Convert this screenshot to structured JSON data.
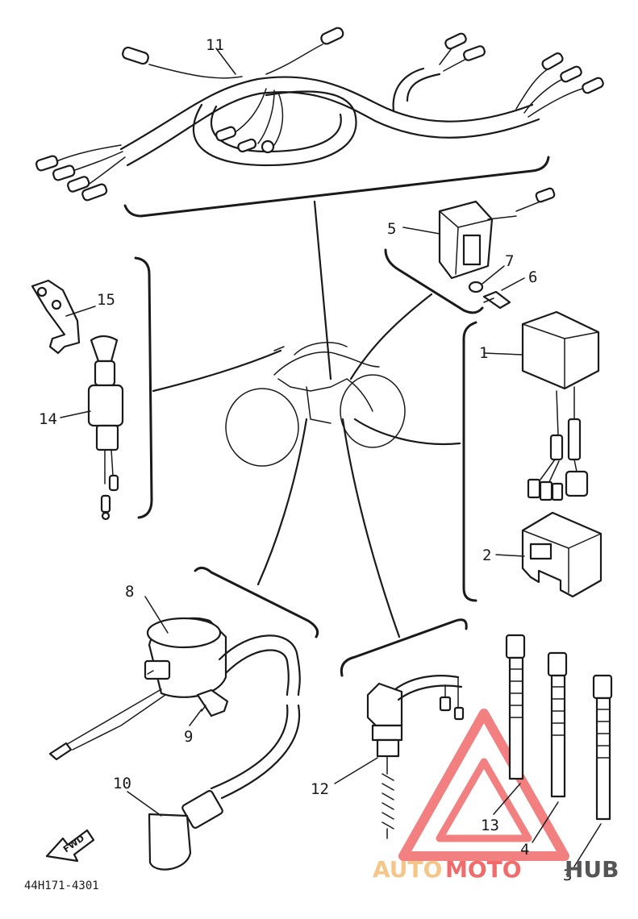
{
  "parts": [
    {
      "id": "label-1",
      "text": "1"
    },
    {
      "id": "label-2",
      "text": "2"
    },
    {
      "id": "label-3",
      "text": "3"
    },
    {
      "id": "label-4",
      "text": "4"
    },
    {
      "id": "label-5",
      "text": "5"
    },
    {
      "id": "label-6",
      "text": "6"
    },
    {
      "id": "label-7",
      "text": "7"
    },
    {
      "id": "label-8",
      "text": "8"
    },
    {
      "id": "label-9",
      "text": "9"
    },
    {
      "id": "label-10",
      "text": "10"
    },
    {
      "id": "label-11",
      "text": "11"
    },
    {
      "id": "label-12",
      "text": "12"
    },
    {
      "id": "label-13",
      "text": "13"
    },
    {
      "id": "label-14",
      "text": "14"
    },
    {
      "id": "label-15",
      "text": "15"
    }
  ],
  "drawing_code": "44H171-4301",
  "fwd_arrow_text": "FWD",
  "watermark": {
    "part1": "AUTO",
    "part2": "MOTO",
    "part3": "HUB",
    "colors": {
      "part1": "#f5c68a",
      "part2": "#f26b6b",
      "part3": "#555555",
      "triangle": "#f26b6b"
    }
  }
}
